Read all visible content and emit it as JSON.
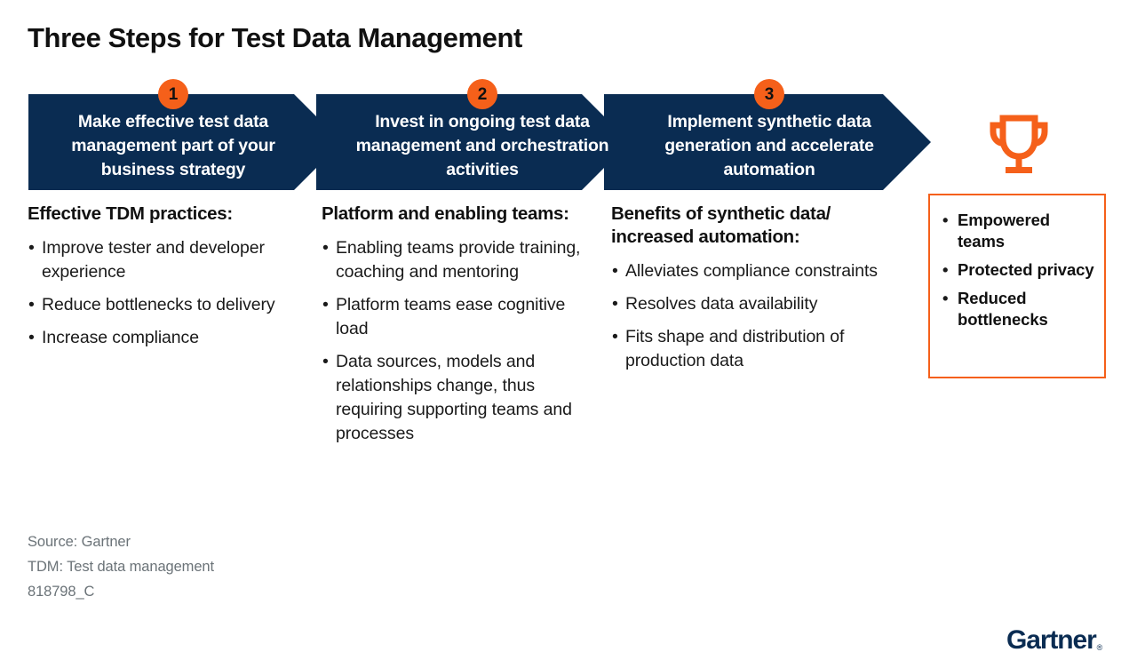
{
  "page": {
    "title": "Three Steps for Test Data Management"
  },
  "colors": {
    "navy": "#0A2C52",
    "orange": "#F5601A",
    "text": "#1a1a1a",
    "footnote_gray": "#6b7378",
    "background": "#ffffff"
  },
  "process": {
    "steps": [
      {
        "number": "1",
        "label": "Make effective test data management part of your business strategy"
      },
      {
        "number": "2",
        "label": "Invest in ongoing test data management and orchestration activities"
      },
      {
        "number": "3",
        "label": "Implement synthetic data generation and accelerate automation"
      }
    ]
  },
  "columns": [
    {
      "heading": "Effective TDM practices:",
      "bullets": [
        "Improve tester and developer experience",
        "Reduce bottlenecks to delivery",
        "Increase compliance"
      ]
    },
    {
      "heading": "Platform and enabling teams:",
      "bullets": [
        "Enabling teams provide training, coaching and mentoring",
        "Platform teams ease cognitive load",
        "Data sources, models and relationships change, thus requiring supporting teams and processes"
      ]
    },
    {
      "heading": "Benefits of synthetic data/ increased automation:",
      "bullets": [
        "Alleviates compliance constraints",
        "Resolves data availability",
        "Fits shape and distribution of production data"
      ]
    }
  ],
  "outcomes": {
    "icon": "trophy-icon",
    "bullets": [
      "Empowered teams",
      "Protected privacy",
      "Reduced bottlenecks"
    ]
  },
  "footnotes": [
    "Source: Gartner",
    "TDM: Test data management",
    "818798_C"
  ],
  "branding": {
    "wordmark": "Gartner",
    "registered_mark": "®"
  }
}
